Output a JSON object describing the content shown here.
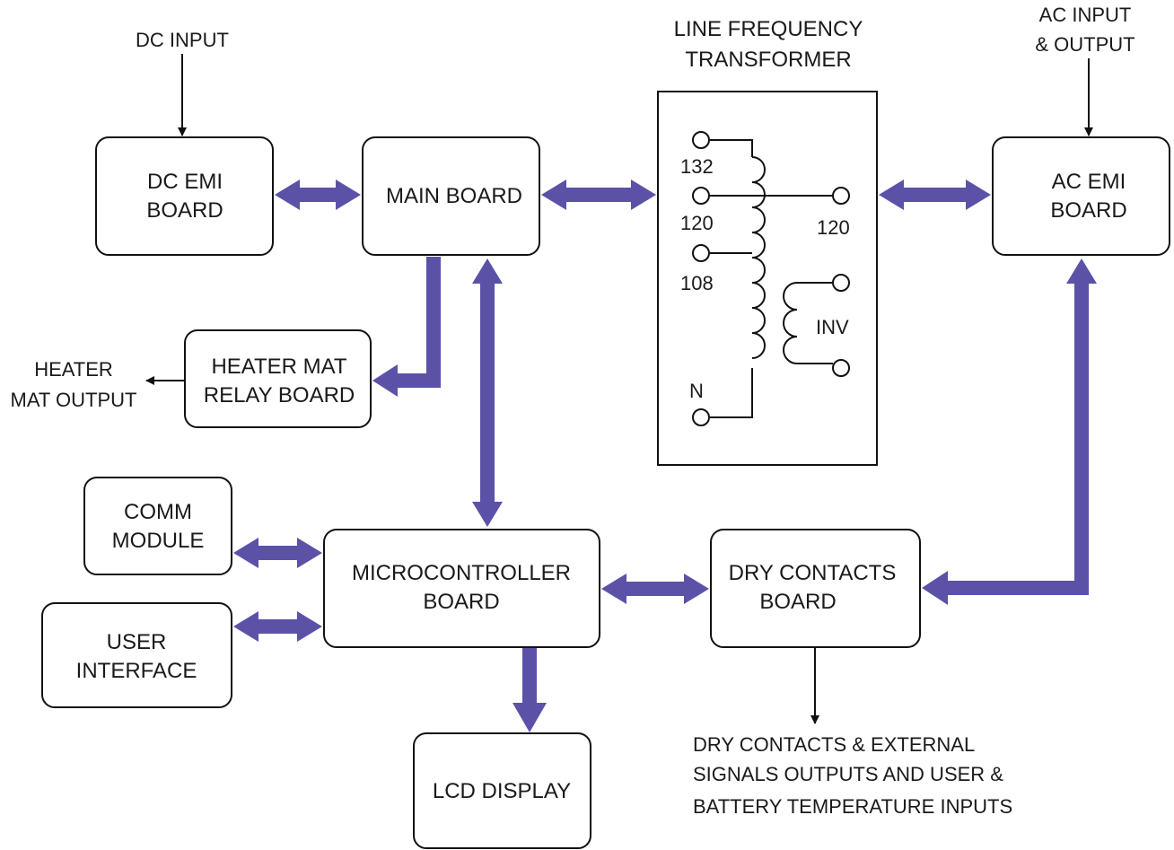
{
  "colors": {
    "arrow": "#5B52A8",
    "line": "#111111"
  },
  "labels": {
    "dc_input": "DC INPUT",
    "line_freq_line1": "LINE FREQUENCY",
    "line_freq_line2": "TRANSFORMER",
    "ac_io_line1": "AC INPUT",
    "ac_io_line2": "& OUTPUT",
    "heater_output_line1": "HEATER",
    "heater_output_line2": "MAT OUTPUT",
    "dry_out_line1": "DRY CONTACTS & EXTERNAL",
    "dry_out_line2": "SIGNALS OUTPUTS AND USER &",
    "dry_out_line3": "BATTERY TEMPERATURE INPUTS"
  },
  "boxes": {
    "dc_emi": [
      "DC EMI",
      "BOARD"
    ],
    "main_board": [
      "MAIN BOARD"
    ],
    "ac_emi": [
      "AC EMI",
      "BOARD"
    ],
    "heater_relay": [
      "HEATER MAT",
      "RELAY BOARD"
    ],
    "comm_module": [
      "COMM",
      "MODULE"
    ],
    "user_interface": [
      "USER",
      "INTERFACE"
    ],
    "microcontroller": [
      "MICROCONTROLLER",
      "BOARD"
    ],
    "dry_contacts": [
      "DRY CONTACTS",
      "BOARD"
    ],
    "lcd_display": [
      "LCD DISPLAY"
    ]
  },
  "transformer": {
    "taps": [
      "132",
      "120",
      "108",
      "N"
    ],
    "output_tap": "120",
    "inverter": "INV"
  }
}
